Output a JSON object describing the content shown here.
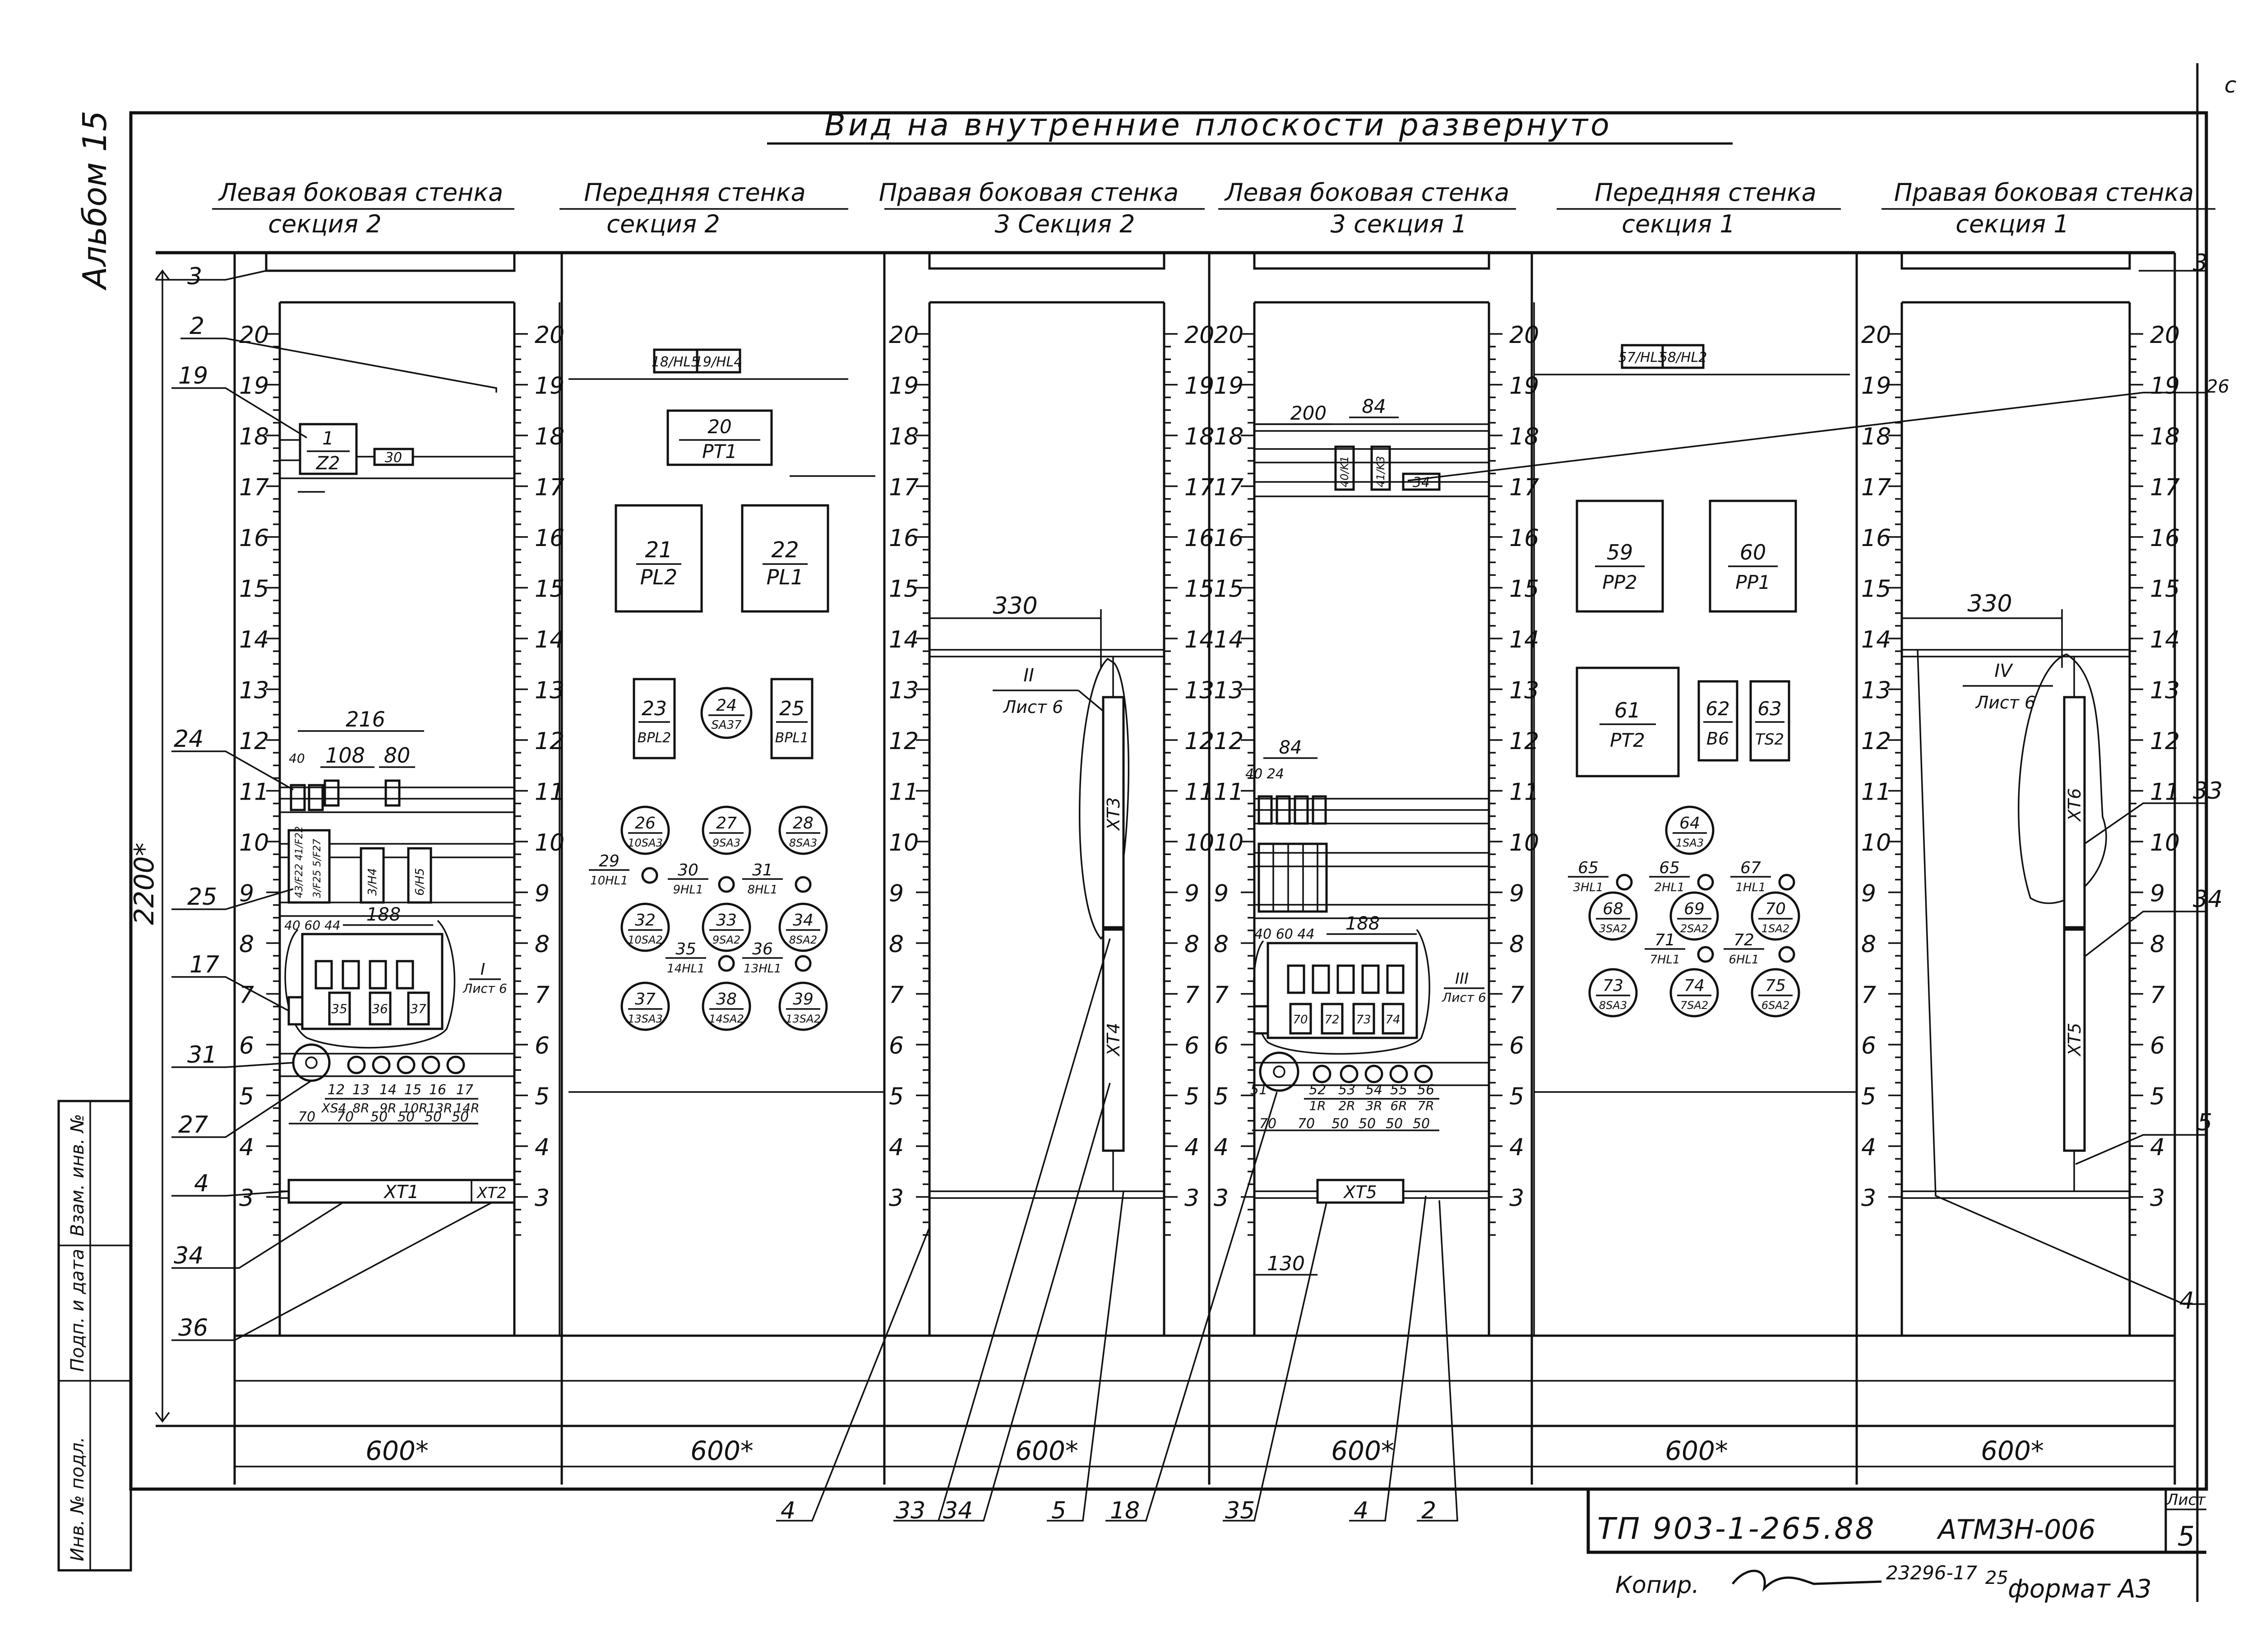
{
  "header": {
    "title": "Вид на внутренние плоскости развернуто",
    "album": "Альбом 15",
    "corner_mark": "с"
  },
  "panels": [
    {
      "title_line1": "Левая боковая стенка",
      "title_line2": "секция 2"
    },
    {
      "title_line1": "Передняя стенка",
      "title_line2": "секция 2"
    },
    {
      "title_line1": "Правая боковая стенка",
      "title_line2": "3 Секция 2"
    },
    {
      "title_line1": "Левая боковая стенка",
      "title_line2": "3 секция 1"
    },
    {
      "title_line1": "Передняя стенка",
      "title_line2": "секция 1"
    },
    {
      "title_line1": "Правая боковая стенка",
      "title_line2": "секция 1"
    }
  ],
  "ruler_numbers": [
    "20",
    "19",
    "18",
    "17",
    "16",
    "15",
    "14",
    "13",
    "12",
    "11",
    "10",
    "9",
    "8",
    "7",
    "6",
    "5",
    "4",
    "3"
  ],
  "height_dimension": "2200*",
  "width_dimension": "600*",
  "devices": [
    {
      "label": "18/HL5"
    },
    {
      "label": "19/HL4"
    },
    {
      "label": "20",
      "sub": "PT1"
    },
    {
      "label": "21",
      "sub": "PL2"
    },
    {
      "label": "22",
      "sub": "PL1"
    },
    {
      "label": "23",
      "sub": "BPL2"
    },
    {
      "label": "24",
      "sub": "SA37"
    },
    {
      "label": "25",
      "sub": "BPL1"
    },
    {
      "label": "26",
      "sub": "10SA3"
    },
    {
      "label": "27",
      "sub": "9SA3"
    },
    {
      "label": "28",
      "sub": "8SA3"
    },
    {
      "label": "29",
      "sub": "10HL1"
    },
    {
      "label": "30",
      "sub": "9HL1"
    },
    {
      "label": "31",
      "sub": "8HL1"
    },
    {
      "label": "32",
      "sub": "10SA2"
    },
    {
      "label": "33",
      "sub": "9SA2"
    },
    {
      "label": "34",
      "sub": "8SA2"
    },
    {
      "label": "35",
      "sub": "14HL1"
    },
    {
      "label": "36",
      "sub": "13HL1"
    },
    {
      "label": "37",
      "sub": "13SA3"
    },
    {
      "label": "38",
      "sub": "14SA2"
    },
    {
      "label": "39",
      "sub": "13SA2"
    },
    {
      "label": "57/HL3"
    },
    {
      "label": "58/HL2"
    },
    {
      "label": "59",
      "sub": "PP2"
    },
    {
      "label": "60",
      "sub": "PP1"
    },
    {
      "label": "61",
      "sub": "PT2"
    },
    {
      "label": "62",
      "sub": "B6"
    },
    {
      "label": "63",
      "sub": "TS2"
    },
    {
      "label": "64",
      "sub": "1SA3"
    },
    {
      "label": "65",
      "sub": "3HL1"
    },
    {
      "label": "65",
      "sub": "2HL1"
    },
    {
      "label": "67",
      "sub": "1HL1"
    },
    {
      "label": "68",
      "sub": "3SA2"
    },
    {
      "label": "69",
      "sub": "2SA2"
    },
    {
      "label": "70",
      "sub": "1SA2"
    },
    {
      "label": "71",
      "sub": "7HL1"
    },
    {
      "label": "72",
      "sub": "6HL1"
    },
    {
      "label": "73",
      "sub": "8SA3"
    },
    {
      "label": "74",
      "sub": "7SA2"
    },
    {
      "label": "75",
      "sub": "6SA2"
    }
  ],
  "left_panel": {
    "block": {
      "label": "1",
      "sub": "Z2"
    },
    "block_tag": "30",
    "dim_216": "216",
    "dim_108": "108",
    "dim_80": "80",
    "dim_40_6": "40",
    "terminal_vert_a": "43/F22 41/F22",
    "terminal_vert_b": "3/F25 5/F27",
    "terminal_c": "3/H4",
    "terminal_d": "6/H5",
    "dim_row": "40 60 44",
    "dim_188": "188",
    "module_labels": [
      "35",
      "36",
      "37"
    ],
    "ref": "I",
    "ref_sheet": "Лист 6",
    "socket_nums": [
      "12",
      "13",
      "14",
      "15",
      "16",
      "17"
    ],
    "socket_labels": [
      "XS4",
      "8R",
      "9R",
      "10R",
      "13R",
      "14R"
    ],
    "spacing": [
      "70",
      "70",
      "50",
      "50",
      "50",
      "50"
    ],
    "xt1": "XT1",
    "xt2": "XT2"
  },
  "right_panel_s2": {
    "dim_330": "330",
    "ref": "II",
    "ref_sheet": "Лист 6",
    "xt3": "XT3",
    "xt4": "XT4"
  },
  "left_panel_s1": {
    "dim_200": "200",
    "dim_84": "84",
    "terminal_a": "40/K1",
    "terminal_b": "41/K3",
    "block_tag": "34",
    "dim_84b": "84",
    "dim_40_24": "40 24",
    "dim_row": "40 60 44",
    "dim_188": "188",
    "module_labels": [
      "70",
      "72",
      "73",
      "74"
    ],
    "ref": "III",
    "ref_sheet": "Лист 6",
    "socket_nums": [
      "51",
      "52",
      "53",
      "54",
      "55",
      "56"
    ],
    "socket_labels": [
      "",
      "1R",
      "2R",
      "3R",
      "6R",
      "7R"
    ],
    "spacing": [
      "70",
      "70",
      "50",
      "50",
      "50",
      "50"
    ],
    "xt5": "XT5",
    "dim_130": "130"
  },
  "right_panel_s1": {
    "dim_330": "330",
    "ref": "IV",
    "ref_sheet": "Лист 6",
    "xt6": "XT6",
    "xt5": "XT5"
  },
  "callouts_left": [
    "3",
    "2",
    "19",
    "24",
    "25",
    "17",
    "31",
    "27",
    "4",
    "34",
    "36"
  ],
  "callouts_right": [
    "3",
    "26",
    "33",
    "34",
    "5",
    "4"
  ],
  "callouts_bottom": [
    "4",
    "33",
    "34",
    "5",
    "18",
    "35",
    "4",
    "2"
  ],
  "stamp": {
    "code": "ТП 903-1-265.88",
    "sheet_code": "АТМЗН-006",
    "sheet_label": "Лист",
    "sheet_no": "5",
    "copy_label": "Копир.",
    "order_no": "23296-17",
    "page_no": "25",
    "format": "формат А3"
  },
  "side_strip": [
    "Инв. № подл.",
    "Подп. и дата",
    "Взам. инв. №"
  ]
}
